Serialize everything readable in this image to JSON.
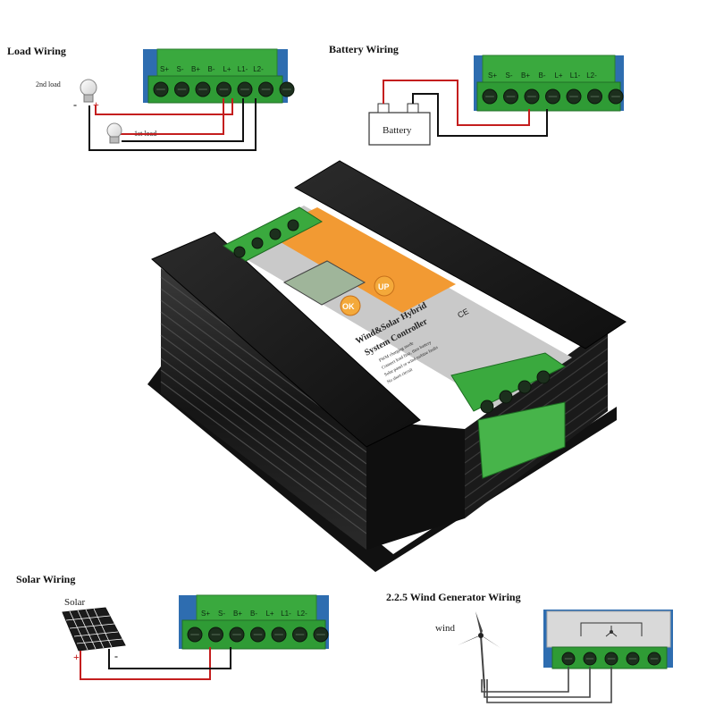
{
  "sections": {
    "load": {
      "title": "Load Wiring",
      "second_load": "2nd load",
      "first_load": "1st load",
      "plus": "+",
      "minus": "-",
      "minus_bottom": "-"
    },
    "battery": {
      "title": "Battery Wiring",
      "battery_label": "Battery",
      "plus": "+",
      "minus": "-"
    },
    "solar": {
      "title": "Solar Wiring",
      "panel_label": "Solar",
      "plus": "+",
      "minus": "-"
    },
    "wind": {
      "title": "2.2.5 Wind Generator Wiring",
      "wind_label": "wind"
    }
  },
  "terminal_labels": [
    "S+",
    "S-",
    "B+",
    "B-",
    "L+",
    "L1-",
    "L2-"
  ],
  "controller": {
    "brand_line1": "Wind&Solar Hybrid",
    "brand_line2": "System Controller",
    "ok_button": "OK",
    "up_button": "UP",
    "ce_mark": "CE",
    "notes": [
      "PWM charging mode",
      "Connect load first, then battery",
      "Solar panel or wind turbine faults",
      "No short circuit"
    ]
  },
  "colors": {
    "terminal_green": "#3aa93e",
    "terminal_green_dark": "#2b7e2f",
    "panel_blue": "#2e6db0",
    "wire_red": "#c41e1e",
    "wire_black": "#111111",
    "case_black": "#1c1c1c",
    "face_orange": "#f29a33",
    "face_grey": "#c9c9c9",
    "lcd": "#9fb59a"
  }
}
